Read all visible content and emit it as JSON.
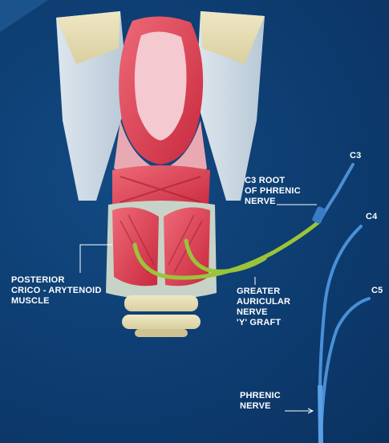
{
  "labels": {
    "c3": "C3",
    "c4": "C4",
    "c5": "C5",
    "c3_root": "C3 ROOT\nOF PHRENIC\nNERVE",
    "posterior_crico_arytenoid": "POSTERIOR\nCRICO - ARYTENOID\nMUSCLE",
    "greater_auricular_graft": "GREATER\nAURICULAR\nNERVE\n'Y' GRAFT",
    "phrenic_nerve": "PHRENIC\nNERVE"
  },
  "colors": {
    "background": "#0d3c70",
    "muscle": "#d9344a",
    "cartilage": "#e8dfb8",
    "graft_nerve": "#9bc43a",
    "phrenic_nerve": "#4a8fd6",
    "leader_line": "#ffffff"
  }
}
